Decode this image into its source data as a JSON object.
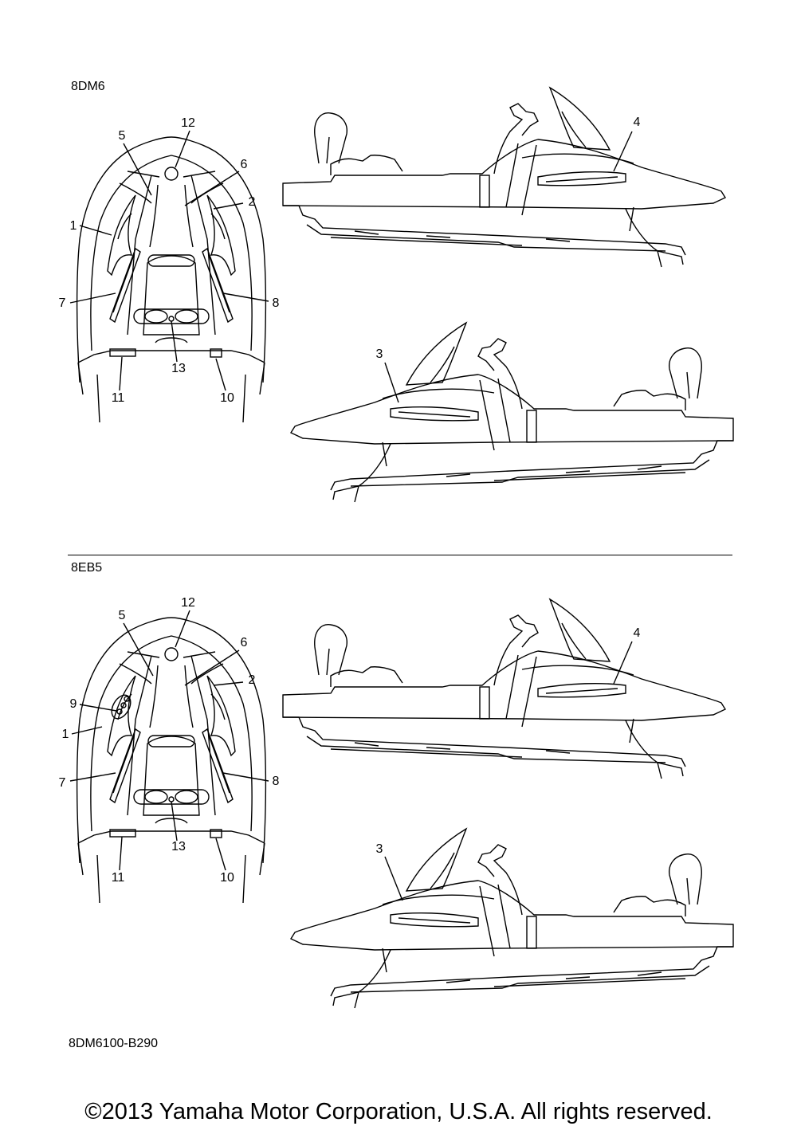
{
  "sections": [
    {
      "model": "8DM6",
      "callouts": {
        "c1": "1",
        "c2": "2",
        "c3": "3",
        "c4": "4",
        "c5": "5",
        "c6": "6",
        "c7": "7",
        "c8": "8",
        "c10": "10",
        "c11": "11",
        "c12": "12",
        "c13": "13"
      }
    },
    {
      "model": "8EB5",
      "callouts": {
        "c1": "1",
        "c2": "2",
        "c3": "3",
        "c4": "4",
        "c5": "5",
        "c6": "6",
        "c7": "7",
        "c8": "8",
        "c9": "9",
        "c10": "10",
        "c11": "11",
        "c12": "12",
        "c13": "13"
      }
    }
  ],
  "diagram_code": "8DM6100-B290",
  "copyright": "©2013 Yamaha Motor Corporation, U.S.A. All rights reserved."
}
